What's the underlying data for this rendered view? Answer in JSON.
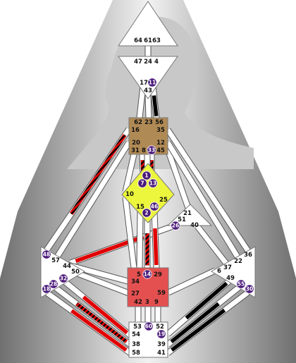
{
  "colors": {
    "bg_dark": "#6f6f6f",
    "bg_light": "#eeeeee",
    "silhouette": "#c9c9c9",
    "channel_white": "#ffffff",
    "active_red": "#e00000",
    "active_black": "#000000",
    "badge": "#4b1a7a",
    "g_center": "#ecf63c",
    "ego_center": "#b08a55",
    "sacral_center": "#e45050",
    "white_center": "#ffffff"
  },
  "centers": {
    "head": {
      "state": "undefined",
      "gates": [
        "64",
        "61",
        "63"
      ]
    },
    "ajna": {
      "state": "undefined",
      "gates": [
        "47",
        "24",
        "4",
        "17",
        "11",
        "43"
      ]
    },
    "throat": {
      "state": "defined",
      "color": "ego_center",
      "gates": [
        "62",
        "23",
        "56",
        "16",
        "35",
        "20",
        "12",
        "31",
        "8",
        "33",
        "45"
      ]
    },
    "g": {
      "state": "defined",
      "color": "g_center",
      "gates": [
        "1",
        "7",
        "13",
        "10",
        "25",
        "15",
        "46",
        "2"
      ]
    },
    "heart": {
      "state": "undefined",
      "gates": [
        "21",
        "51",
        "26",
        "40"
      ]
    },
    "spleen": {
      "state": "undefined",
      "gates": [
        "48",
        "57",
        "44",
        "50",
        "32",
        "28",
        "18"
      ]
    },
    "solar": {
      "state": "undefined",
      "gates": [
        "36",
        "22",
        "37",
        "6",
        "49",
        "55",
        "30"
      ]
    },
    "sacral": {
      "state": "defined",
      "color": "sacral_center",
      "gates": [
        "5",
        "14",
        "29",
        "34",
        "27",
        "59",
        "42",
        "3",
        "9"
      ]
    },
    "root": {
      "state": "undefined",
      "gates": [
        "53",
        "60",
        "52",
        "54",
        "19",
        "38",
        "39",
        "58",
        "41"
      ]
    }
  },
  "activated_gates": [
    "11",
    "33",
    "1",
    "7",
    "13",
    "46",
    "2",
    "26",
    "48",
    "14",
    "32",
    "28",
    "18",
    "55",
    "30",
    "60",
    "19"
  ],
  "channels": [
    {
      "from": "61",
      "to": "24"
    },
    {
      "from": "17",
      "to": "62"
    },
    {
      "from": "11",
      "to": "56",
      "activation": "black"
    },
    {
      "from": "43",
      "to": "23"
    },
    {
      "from": "13",
      "to": "33",
      "activation": "red-black"
    },
    {
      "from": "7",
      "to": "31",
      "activation": "red-black"
    },
    {
      "from": "1",
      "to": "8"
    },
    {
      "from": "10",
      "to": "20"
    },
    {
      "from": "48",
      "to": "16",
      "activation": "red-black"
    },
    {
      "from": "57",
      "to": "20"
    },
    {
      "from": "21",
      "to": "45"
    },
    {
      "from": "12",
      "to": "22"
    },
    {
      "from": "35",
      "to": "36"
    },
    {
      "from": "26",
      "to": "44",
      "activation": "red"
    },
    {
      "from": "2",
      "to": "14",
      "activation": "red-black"
    },
    {
      "from": "46",
      "to": "29",
      "activation": "red"
    },
    {
      "from": "15",
      "to": "5"
    },
    {
      "from": "10",
      "to": "34"
    },
    {
      "from": "57",
      "to": "34"
    },
    {
      "from": "50",
      "to": "27"
    },
    {
      "from": "40",
      "to": "37"
    },
    {
      "from": "59",
      "to": "6"
    },
    {
      "from": "18",
      "to": "58",
      "activation": "red"
    },
    {
      "from": "28",
      "to": "38",
      "activation": "red-black"
    },
    {
      "from": "32",
      "to": "54",
      "activation": "red"
    },
    {
      "from": "30",
      "to": "41",
      "activation": "black"
    },
    {
      "from": "55",
      "to": "39",
      "activation": "black"
    },
    {
      "from": "19",
      "to": "49",
      "activation": "black"
    },
    {
      "from": "42",
      "to": "53"
    },
    {
      "from": "3",
      "to": "60"
    },
    {
      "from": "9",
      "to": "52"
    }
  ]
}
